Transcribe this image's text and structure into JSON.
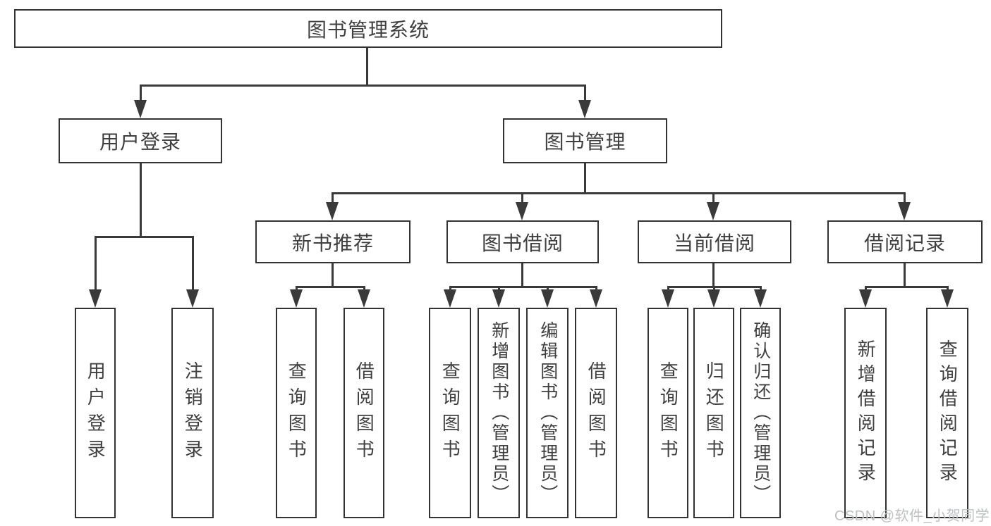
{
  "title": "图书管理系统",
  "branches": {
    "user": {
      "label": "用户登录",
      "children": [
        "用户登录",
        "注销登录"
      ]
    },
    "book": {
      "label": "图书管理"
    }
  },
  "book_groups": [
    {
      "label": "新书推荐",
      "children": [
        "查询图书",
        "借阅图书"
      ]
    },
    {
      "label": "图书借阅",
      "children": [
        "查询图书",
        "新增图书（管理员）",
        "编辑图书（管理员）",
        "借阅图书"
      ]
    },
    {
      "label": "当前借阅",
      "children": [
        "查询图书",
        "归还图书",
        "确认归还（管理员）"
      ]
    },
    {
      "label": "借阅记录",
      "children": [
        "新增借阅记录",
        "查询借阅记录"
      ]
    }
  ],
  "watermark": "CSDN @软件_小贺同学",
  "colors": {
    "line": "#3a3a3a",
    "box_border": "#333333",
    "box_fill": "#ffffff",
    "text": "#3f3f3f",
    "watermark": "#bcc0c3"
  }
}
